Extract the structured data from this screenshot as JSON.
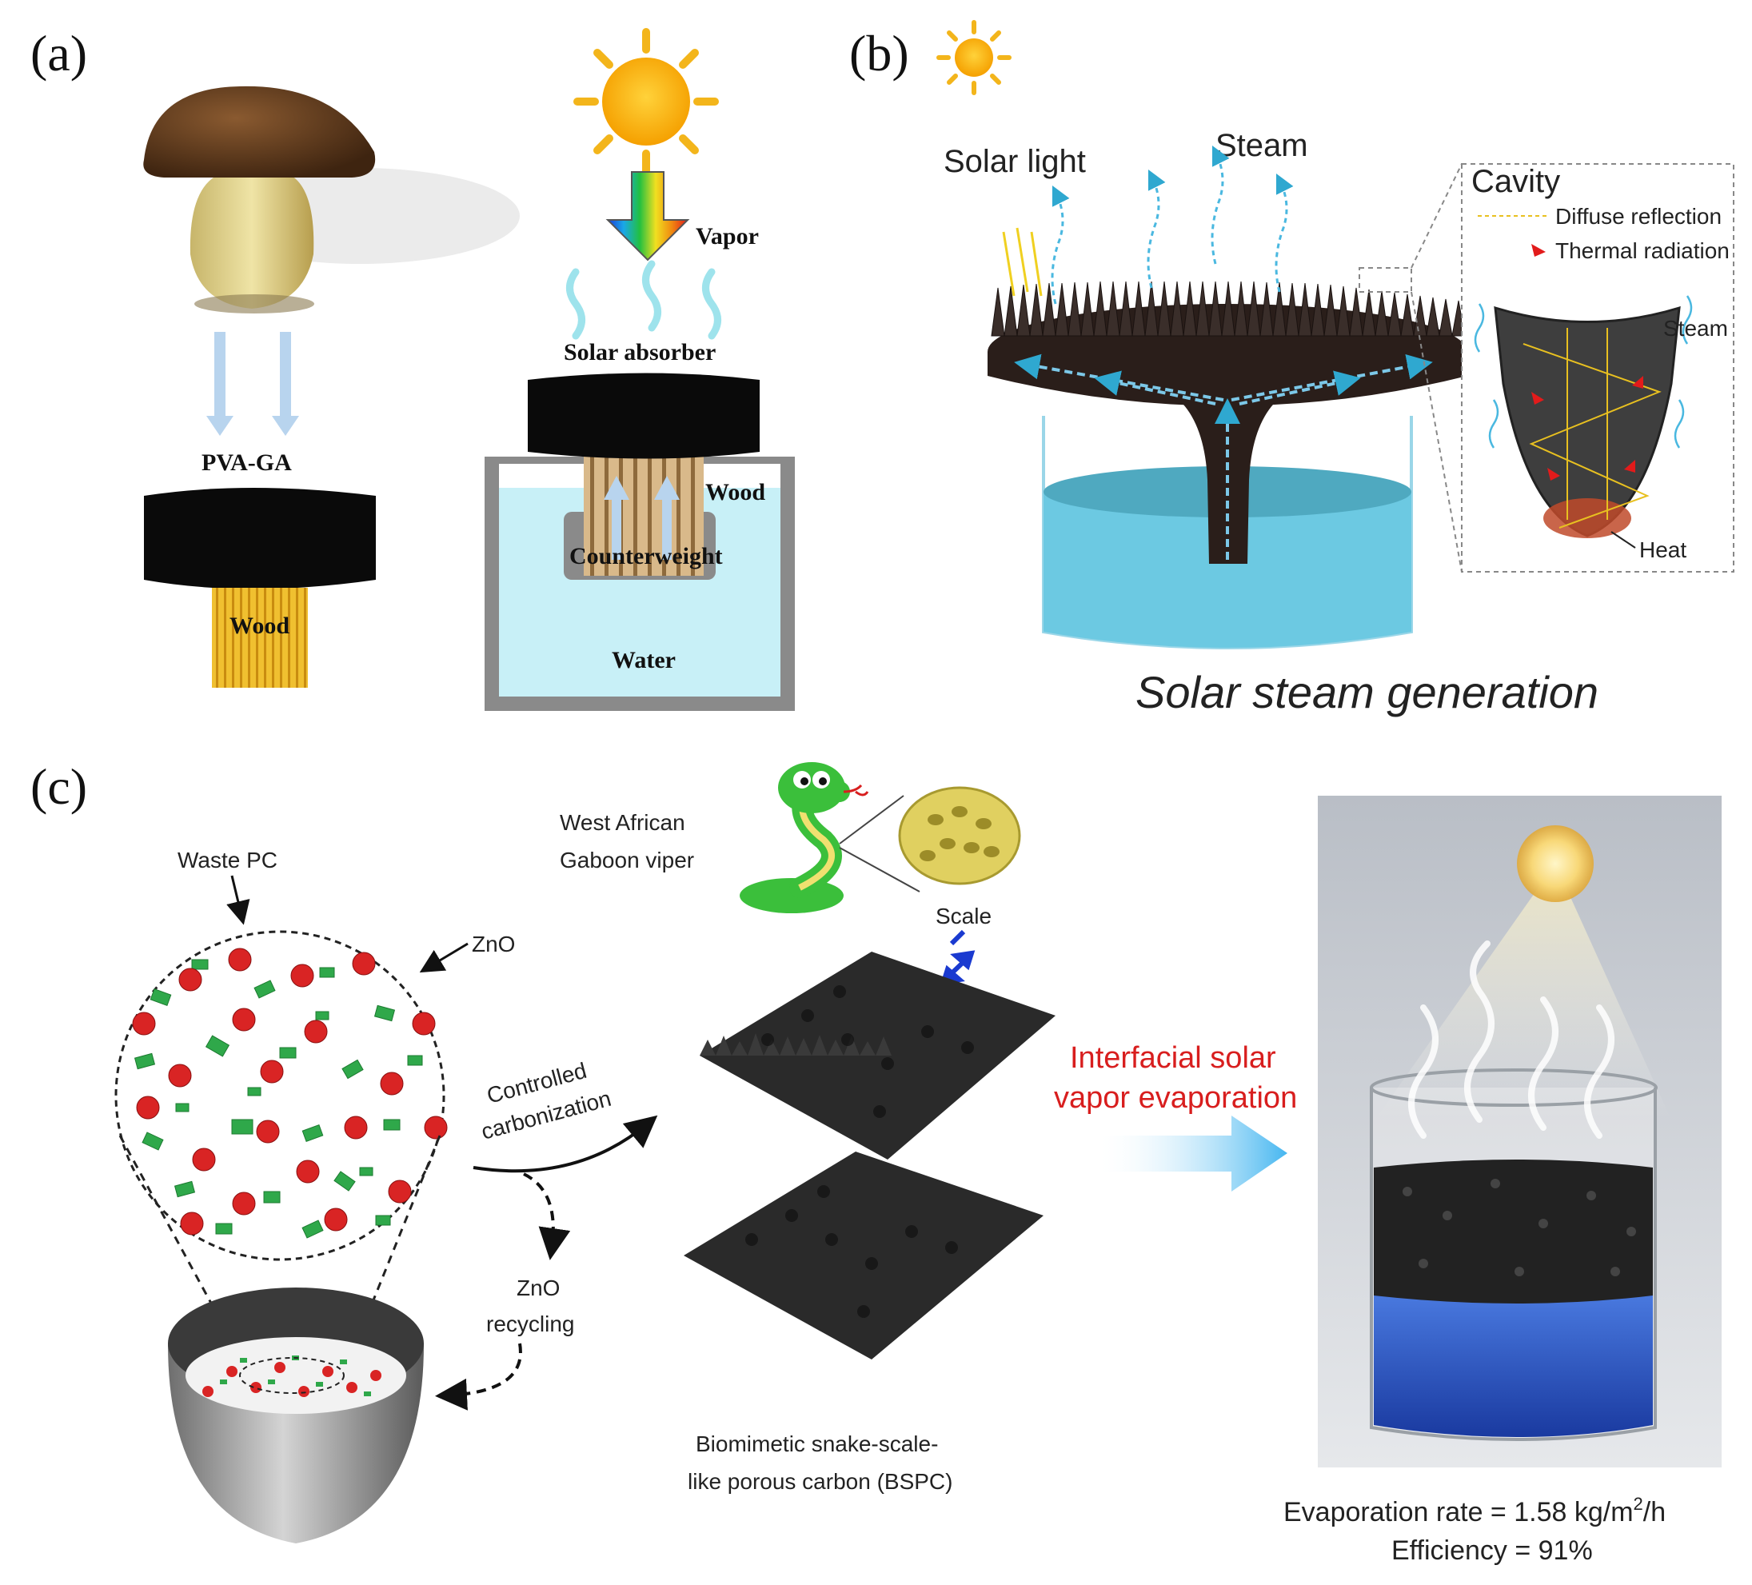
{
  "panels": {
    "a": {
      "label": "(a)",
      "pva_ga": "PVA-GA",
      "wood_left": "Wood",
      "vapor": "Vapor",
      "solar_absorber": "Solar absorber",
      "wood_right": "Wood",
      "counterweight": "Counterweight",
      "water": "Water"
    },
    "b": {
      "label": "(b)",
      "solar_light": "Solar light",
      "steam": "Steam",
      "cavity": "Cavity",
      "diffuse_reflection": "Diffuse reflection",
      "thermal_radiation": "Thermal radiation",
      "steam_inset": "Steam",
      "heat": "Heat",
      "caption": "Solar steam generation"
    },
    "c": {
      "label": "(c)",
      "waste_pc": "Waste PC",
      "zno": "ZnO",
      "controlled": "Controlled",
      "carbonization": "carbonization",
      "zno_recycling_1": "ZnO",
      "zno_recycling_2": "recycling",
      "viper_1": "West African",
      "viper_2": "Gaboon viper",
      "scale": "Scale",
      "bspc_1": "Biomimetic snake-scale-",
      "bspc_2": "like porous carbon (BSPC)",
      "interfacial_1": "Interfacial solar",
      "interfacial_2": "vapor evaporation",
      "evap_rate_prefix": "Evaporation rate = 1.58 kg/m",
      "evap_rate_sup": "2",
      "evap_rate_suffix": "/h",
      "efficiency": "Efficiency = 91%"
    }
  },
  "colors": {
    "water": "#5ec8e0",
    "absorber": "#0a0a0a",
    "wood": "#e8b020",
    "red_accent": "#d81e1e",
    "zno_green": "#2fa84a",
    "pc_red": "#d92424",
    "arrow_blue": "#45b6f0"
  }
}
